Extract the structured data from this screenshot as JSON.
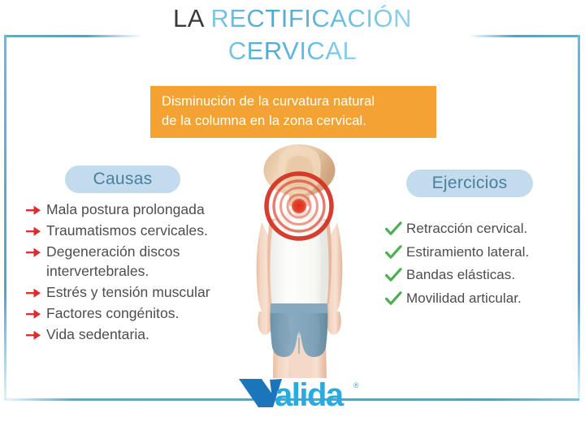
{
  "document": {
    "kind": "infographic",
    "language": "es"
  },
  "title": {
    "lead": "LA",
    "accent_line1": "RECTIFICACIÓN",
    "accent_line2": "CERVICAL",
    "lead_color": "#3a3a3c",
    "accent_color": "#59b4da"
  },
  "subtitle": {
    "text": "Disminución de la curvatura natural de la columna en la zona cervical.",
    "line1": "Disminución de la curvatura natural",
    "line2": "de la columna en la zona cervical.",
    "background": "#f3a333",
    "text_color": "#ffffff"
  },
  "sections": {
    "causas": {
      "heading": "Causas",
      "pill_background": "#c2dcee",
      "heading_color": "#4a7f9e",
      "bullet_icon": "red-arrow-icon",
      "bullet_color": "#e02b2b",
      "items": [
        "Mala postura prolongada",
        "Traumatismos cervicales.",
        "Degeneración discos intervertebrales.",
        "Estrés y tensión muscular",
        "Factores congénitos.",
        "Vida sedentaria."
      ],
      "items_split": [
        {
          "line1": "Mala postura prolongada",
          "line2": ""
        },
        {
          "line1": "Traumatismos cervicales.",
          "line2": ""
        },
        {
          "line1": "Degeneración discos",
          "line2": "intervertebrales."
        },
        {
          "line1": "Estrés y tensión muscular",
          "line2": ""
        },
        {
          "line1": "Factores congénitos.",
          "line2": ""
        },
        {
          "line1": "Vida sedentaria.",
          "line2": ""
        }
      ]
    },
    "ejercicios": {
      "heading": "Ejercicios",
      "pill_background": "#c2dcee",
      "heading_color": "#4a7f9e",
      "bullet_icon": "green-check-icon",
      "bullet_color": "#4caf50",
      "items": [
        "Retracción cervical.",
        "Estiramiento lateral.",
        "Bandas elásticas.",
        "Movilidad articular."
      ]
    }
  },
  "illustration": {
    "name": "woman-back-view-neck-pain",
    "description": "Mujer de espaldas con moño, camiseta blanca y pantalón corto azul, con círculos rojos de dolor en la nuca",
    "pain_marker_color": "#e03127",
    "skin_color": "#f0cdb4",
    "hair_color": "#e8c9a6",
    "shirt_color": "#fbfbf9",
    "shorts_color": "#7d9fb5"
  },
  "logo": {
    "text": "Valida",
    "mark_v": "V",
    "rest": "alida",
    "registered": "®",
    "v_color": "#1b75bb",
    "text_color": "#29abe2"
  },
  "frame": {
    "color": "#4bb4dd"
  }
}
